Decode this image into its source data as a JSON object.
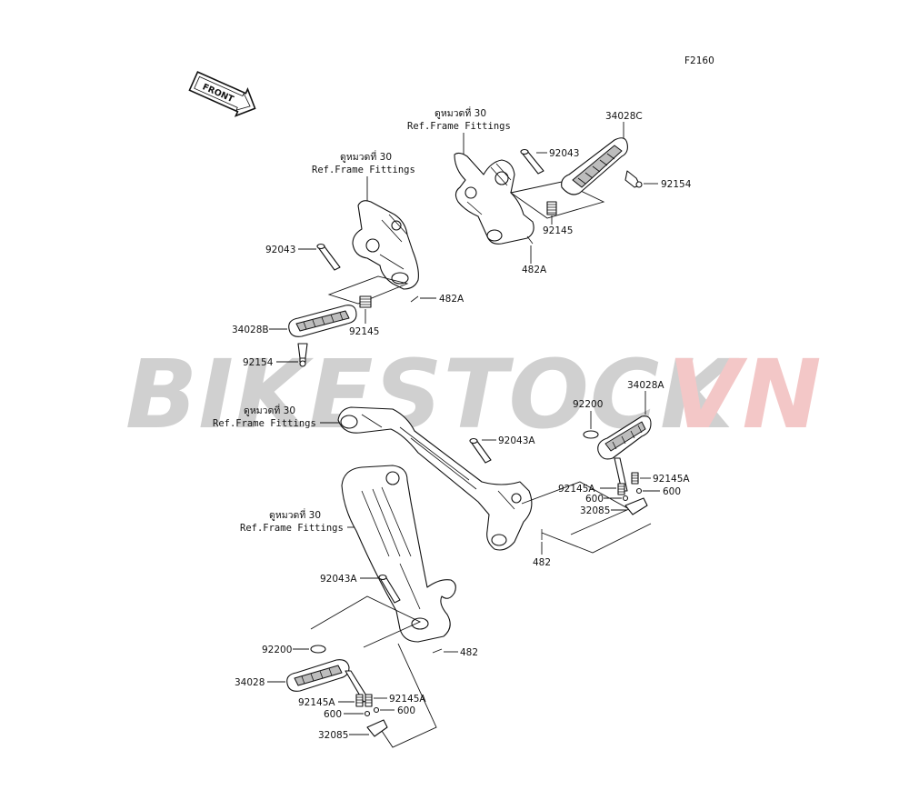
{
  "diagram_code": "F2160",
  "front_badge": "FRONT",
  "watermark": {
    "part1": "BIKESTOCK",
    "part2": "VN",
    "color1": "#d0d0d0",
    "color2": "#f3c7c7"
  },
  "references": {
    "r1_thai": "ดูหมวดที่ 30",
    "r1_en": "Ref.Frame Fittings",
    "r2_thai": "ดูหมวดที่ 30",
    "r2_en": "Ref.Frame Fittings",
    "r3_thai": "ดูหมวดที่ 30",
    "r3_en": "Ref.Frame Fittings",
    "r4_thai": "ดูหมวดที่ 30",
    "r4_en": "Ref.Frame Fittings"
  },
  "labels": {
    "l_34028C": "34028C",
    "l_92043_tr": "92043",
    "l_92154_tr": "92154",
    "l_92145_tr": "92145",
    "l_482A_tr": "482A",
    "l_92043_l": "92043",
    "l_482A_l": "482A",
    "l_34028B": "34028B",
    "l_92145_l": "92145",
    "l_92154_l": "92154",
    "l_92200_r": "92200",
    "l_34028A": "34028A",
    "l_92043A_r": "92043A",
    "l_92145A_r1": "92145A",
    "l_92145A_r2": "92145A",
    "l_600_r1": "600",
    "l_600_r2": "600",
    "l_32085_r": "32085",
    "l_482_r": "482",
    "l_92043A_l": "92043A",
    "l_482_l": "482",
    "l_92200_l": "92200",
    "l_34028": "34028",
    "l_92145A_l1": "92145A",
    "l_92145A_l2": "92145A",
    "l_600_l1": "600",
    "l_600_l2": "600",
    "l_32085_l": "32085"
  }
}
